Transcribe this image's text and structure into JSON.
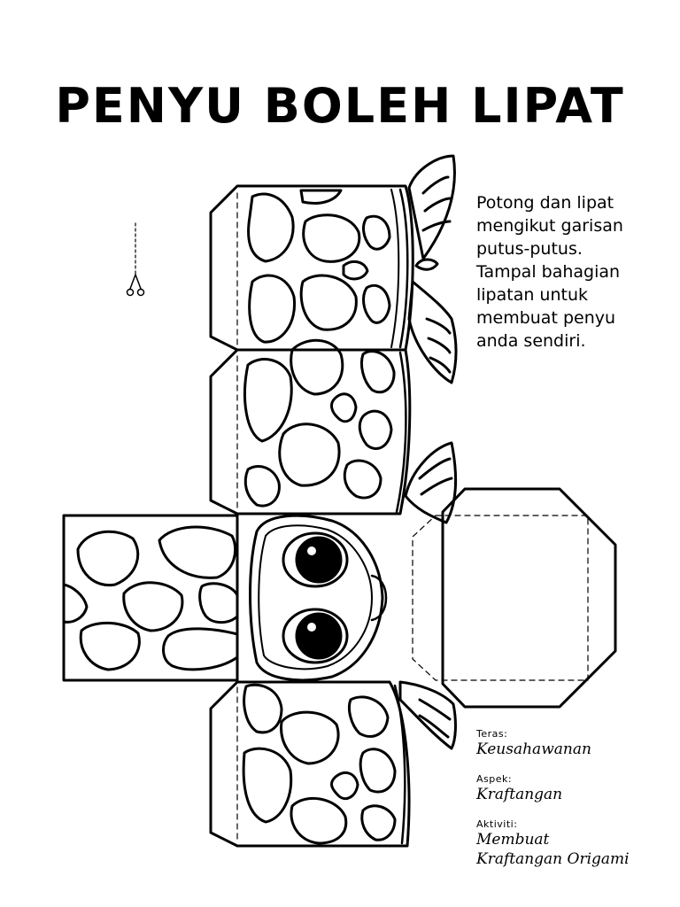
{
  "title": "PENYU BOLEH LIPAT",
  "instructions": "Potong dan lipat mengikut garisan putus-putus. Tampal bahagian lipatan untuk membuat penyu anda sendiri.",
  "icons": {
    "cut_marker": "scissors-icon"
  },
  "meta": {
    "teras_label": "Teras:",
    "teras_value": "Keusahawanan",
    "aspek_label": "Aspek:",
    "aspek_value": "Kraftangan",
    "aktiviti_label": "Aktiviti:",
    "aktiviti_line1": "Membuat",
    "aktiviti_line2": "Kraftangan Origami"
  }
}
